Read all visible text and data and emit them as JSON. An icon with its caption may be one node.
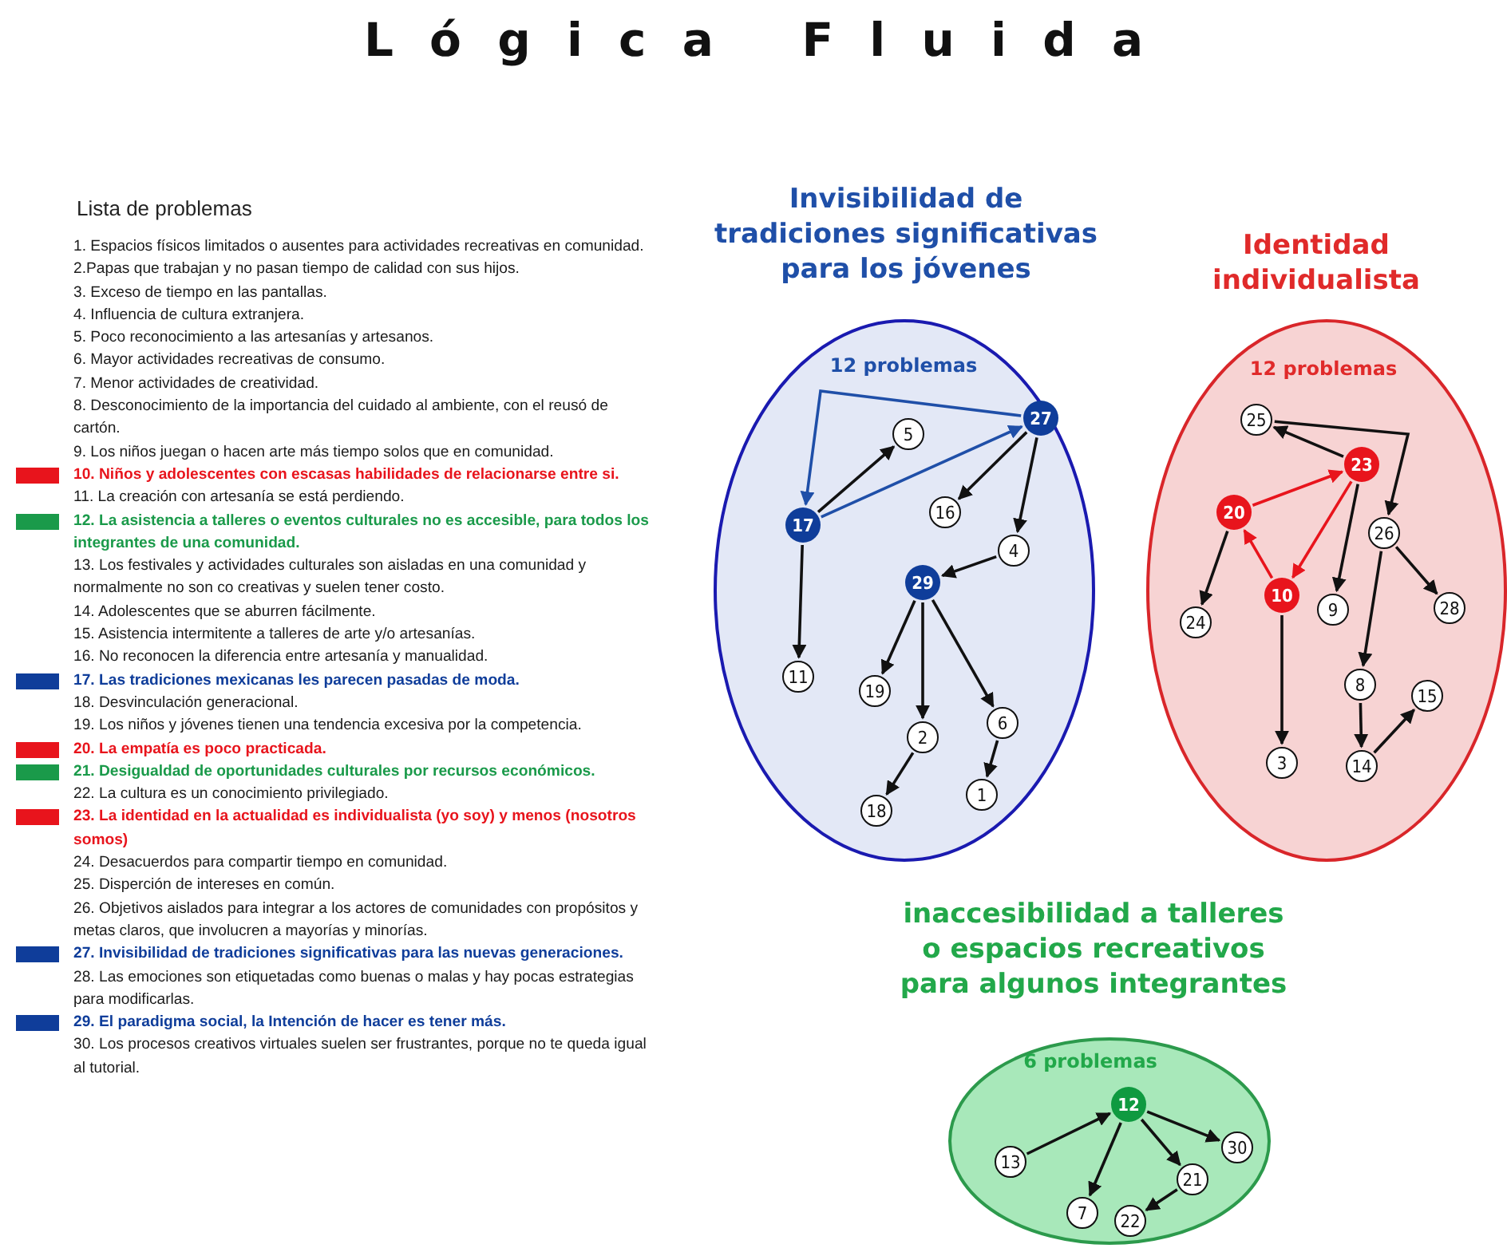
{
  "diagram": {
    "title": "Lógica Fluida",
    "nodes": [
      {
        "text": [
          "Invisibilidad de tradiciones significativas para los jóvenes",
          "12 problemas"
        ]
      },
      {
        "text": [
          "27"
        ],
        "in": 0
      },
      {
        "text": [
          "5"
        ],
        "in": 0
      },
      {
        "text": [
          "17"
        ],
        "in": 0
      },
      {
        "text": [
          "16"
        ],
        "in": 0
      },
      {
        "text": [
          "4"
        ],
        "in": 0
      },
      {
        "text": [
          "29"
        ],
        "in": 0
      },
      {
        "text": [
          "11"
        ],
        "in": 0
      },
      {
        "text": [
          "19"
        ],
        "in": 0
      },
      {
        "text": [
          "2"
        ],
        "in": 0
      },
      {
        "text": [
          "6"
        ],
        "in": 0
      },
      {
        "text": [
          "18"
        ],
        "in": 0
      },
      {
        "text": [
          "1"
        ],
        "in": 0
      },
      {
        "text": [
          "Identidad individualista",
          "12 problemas"
        ]
      },
      {
        "text": [
          "25"
        ],
        "in": 13
      },
      {
        "text": [
          "23"
        ],
        "in": 13
      },
      {
        "text": [
          "20"
        ],
        "in": 13
      },
      {
        "text": [
          "26"
        ],
        "in": 13
      },
      {
        "text": [
          "10"
        ],
        "in": 13
      },
      {
        "text": [
          "9"
        ],
        "in": 13
      },
      {
        "text": [
          "28"
        ],
        "in": 13
      },
      {
        "text": [
          "24"
        ],
        "in": 13
      },
      {
        "text": [
          "8"
        ],
        "in": 13
      },
      {
        "text": [
          "15"
        ],
        "in": 13
      },
      {
        "text": [
          "3"
        ],
        "in": 13
      },
      {
        "text": [
          "14"
        ],
        "in": 13
      },
      {
        "text": [
          "inaccesibilidad a talleres o espacios recreativos para algunos integrantes",
          "6 problemas"
        ]
      },
      {
        "text": [
          "12"
        ],
        "in": 26
      },
      {
        "text": [
          "13"
        ],
        "in": 26
      },
      {
        "text": [
          "30"
        ],
        "in": 26
      },
      {
        "text": [
          "21"
        ],
        "in": 26
      },
      {
        "text": [
          "7"
        ],
        "in": 26
      },
      {
        "text": [
          "22"
        ],
        "in": 26
      }
    ],
    "edges": [
      {
        "from": 1,
        "to": 3,
        "arrow": "to",
        "color": "#1f4fa8"
      },
      {
        "from": 3,
        "to": 1,
        "arrow": "to",
        "color": "#1f4fa8"
      },
      {
        "from": 3,
        "to": 2,
        "arrow": "to"
      },
      {
        "from": 3,
        "to": 7,
        "arrow": "to"
      },
      {
        "from": 1,
        "to": 4,
        "arrow": "to"
      },
      {
        "from": 1,
        "to": 5,
        "arrow": "to"
      },
      {
        "from": 5,
        "to": 6,
        "arrow": "to"
      },
      {
        "from": 6,
        "to": 8,
        "arrow": "to"
      },
      {
        "from": 6,
        "to": 9,
        "arrow": "to"
      },
      {
        "from": 6,
        "to": 10,
        "arrow": "to"
      },
      {
        "from": 9,
        "to": 11,
        "arrow": "to"
      },
      {
        "from": 10,
        "to": 12,
        "arrow": "to"
      },
      {
        "from": 15,
        "to": 14,
        "arrow": "to"
      },
      {
        "from": 14,
        "to": 17,
        "arrow": "to"
      },
      {
        "from": 16,
        "to": 15,
        "arrow": "to",
        "color": "#e8141c"
      },
      {
        "from": 15,
        "to": 18,
        "arrow": "to",
        "color": "#e8141c"
      },
      {
        "from": 18,
        "to": 16,
        "arrow": "to",
        "color": "#e8141c"
      },
      {
        "from": 15,
        "to": 19,
        "arrow": "to"
      },
      {
        "from": 16,
        "to": 21,
        "arrow": "to"
      },
      {
        "from": 18,
        "to": 24,
        "arrow": "to"
      },
      {
        "from": 17,
        "to": 20,
        "arrow": "to"
      },
      {
        "from": 17,
        "to": 22,
        "arrow": "to"
      },
      {
        "from": 22,
        "to": 25,
        "arrow": "to"
      },
      {
        "from": 25,
        "to": 23,
        "arrow": "to"
      },
      {
        "from": 28,
        "to": 27,
        "arrow": "to"
      },
      {
        "from": 27,
        "to": 31,
        "arrow": "to"
      },
      {
        "from": 27,
        "to": 30,
        "arrow": "to"
      },
      {
        "from": 27,
        "to": 29,
        "arrow": "to"
      },
      {
        "from": 30,
        "to": 32,
        "arrow": "to"
      }
    ],
    "labels": [
      "Lista de problemas",
      "1. Espacios físicos limitados o ausentes para actividades recreativas en comunidad.",
      "2.Papas que trabajan y no pasan tiempo de calidad con sus hijos.",
      "3. Exceso de tiempo en las pantallas.",
      "4. Influencia de cultura extranjera.",
      "5. Poco reconocimiento a las artesanías y artesanos.",
      "6. Mayor actividades recreativas de consumo.",
      "7. Menor actividades de creatividad.",
      "8. Desconocimiento de la importancia del cuidado al ambiente, con el reusó de cartón.",
      "9. Los niños juegan o hacen arte más tiempo solos que en comunidad.",
      "11. La creación con artesanía se está perdiendo.",
      "13. Los festivales y actividades culturales son aisladas en una comunidad y normalmente no son co creativas y suelen tener costo.",
      "14. Adolescentes que se aburren fácilmente.",
      "15. Asistencia intermitente a talleres de arte y/o artesanías.",
      "16. No reconocen la diferencia entre artesanía y manualidad.",
      "18. Desvinculación generacional.",
      "19. Los niños y jóvenes tienen una tendencia excesiva por la competencia.",
      "22. La cultura es un conocimiento privilegiado.",
      "24. Desacuerdos para compartir tiempo en comunidad.",
      "25. Disperción de intereses en común.",
      "26. Objetivos aislados para integrar a los actores de comunidades con propósitos y metas claros, que involucren a mayorías y minorías.",
      "28. Las emociones son etiquetadas como buenas o malas y hay pocas estrategias para modificarlas.",
      "30. Los procesos creativos virtuales suelen ser frustrantes, porque no te queda igual al tutorial."
    ],
    "legend": [
      {
        "text": "10. Niños y adolescentes con escasas habilidades de relacionarse entre si.",
        "color": "#e8141c"
      },
      {
        "text": "12. La asistencia a talleres o eventos culturales no es accesible, para todos los integrantes de una comunidad.",
        "color": "#1a9a4a"
      },
      {
        "text": "17. Las tradiciones mexicanas les parecen pasadas de moda.",
        "color": "#0f3d9a"
      },
      {
        "text": "20. La empatía es poco practicada.",
        "color": "#e8141c"
      },
      {
        "text": "21. Desigualdad de oportunidades culturales por recursos económicos.",
        "color": "#1a9a4a"
      },
      {
        "text": "23. La identidad en la actualidad es individualista (yo soy) y menos (nosotros somos)",
        "color": "#e8141c"
      },
      {
        "text": "27. Invisibilidad de tradiciones significativas para las nuevas generaciones.",
        "color": "#0f3d9a"
      },
      {
        "text": "29. El paradigma social, la Intención de hacer es tener más.",
        "color": "#0f3d9a"
      }
    ]
  }
}
